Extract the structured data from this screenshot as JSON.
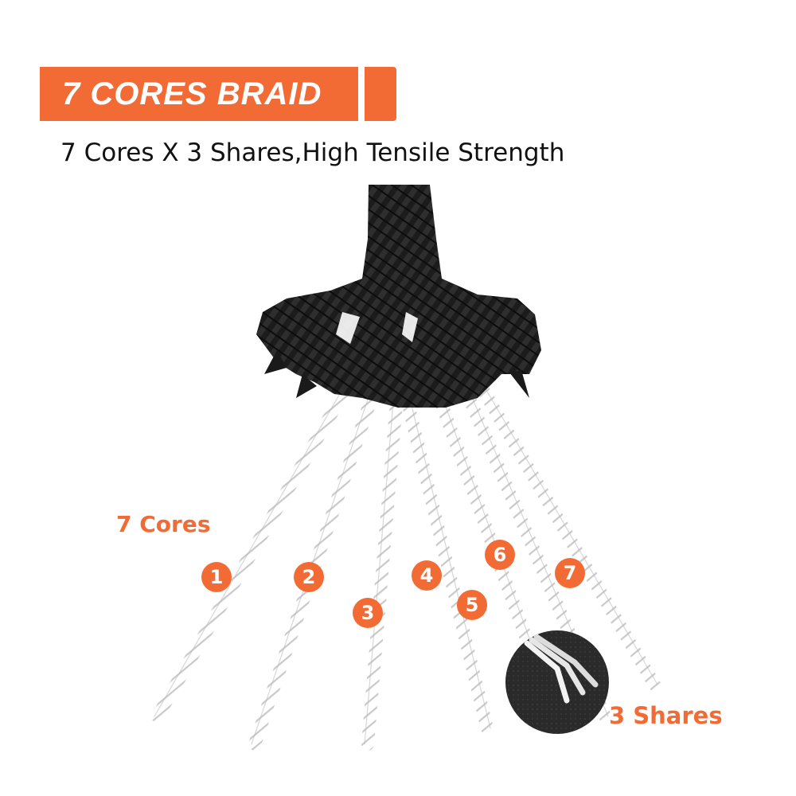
{
  "header": {
    "title": "7 CORES BRAID",
    "subtitle": "7 Cores X 3 Shares,High Tensile Strength"
  },
  "labels": {
    "cores": "7 Cores",
    "shares": "3 Shares"
  },
  "core_numbers": [
    "1",
    "2",
    "3",
    "4",
    "5",
    "6",
    "7"
  ],
  "colors": {
    "accent": "#f26b35",
    "braid": "#1a1a1a",
    "strand": "#ffffff"
  }
}
